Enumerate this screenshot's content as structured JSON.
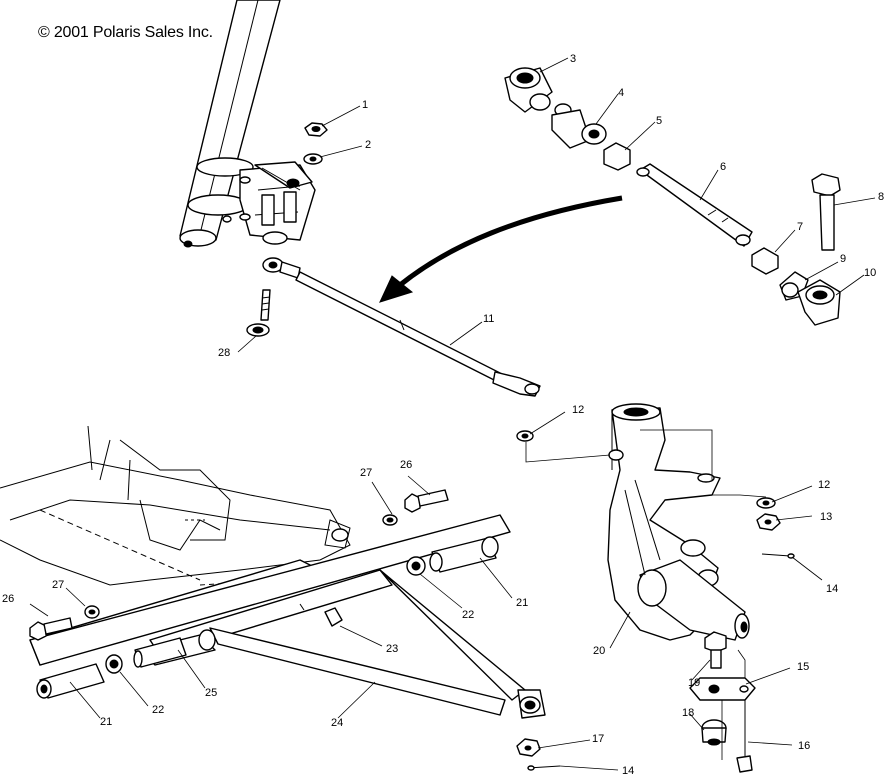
{
  "copyright": "© 2001 Polaris Sales Inc.",
  "callouts": {
    "c1": "1",
    "c2": "2",
    "c3": "3",
    "c4": "4",
    "c5": "5",
    "c6": "6",
    "c7": "7",
    "c8": "8",
    "c9": "9",
    "c10": "10",
    "c11": "11",
    "c12a": "12",
    "c12b": "12",
    "c13": "13",
    "c14a": "14",
    "c14b": "14",
    "c15": "15",
    "c16": "16",
    "c17": "17",
    "c18": "18",
    "c19": "19",
    "c20": "20",
    "c21a": "21",
    "c21b": "21",
    "c22a": "22",
    "c22b": "22",
    "c23": "23",
    "c24": "24",
    "c25": "25",
    "c26a": "26",
    "c26b": "26",
    "c27a": "27",
    "c27b": "27",
    "c28": "28"
  }
}
